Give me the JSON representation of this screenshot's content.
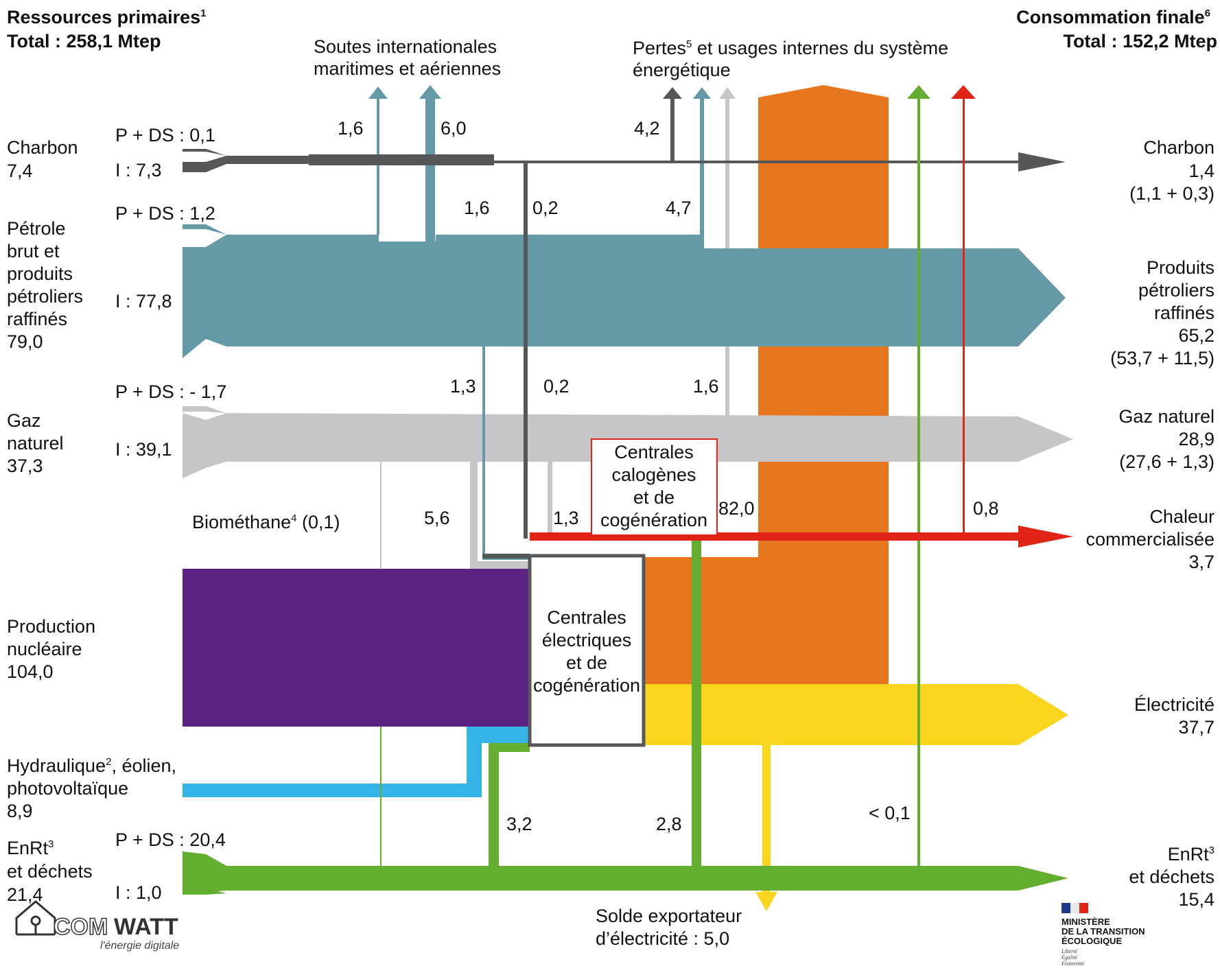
{
  "headers": {
    "left_title": "Ressources primaires",
    "left_title_note": "1",
    "left_total": "Total : 258,1 Mtep",
    "right_title": "Consommation finale",
    "right_title_note": "6",
    "right_total": "Total : 152,2 Mtep"
  },
  "top_labels": {
    "soutes_line1": "Soutes internationales",
    "soutes_line2": "maritimes et aériennes",
    "pertes_word": "Pertes",
    "pertes_note": "5",
    "pertes_line1_rest": " et usages internes du système",
    "pertes_line2": "énergétique"
  },
  "primary": {
    "charbon": {
      "name": "Charbon",
      "value": "7,4",
      "pds": "P + DS : 0,1",
      "imp": "I : 7,3"
    },
    "petrole": {
      "line1": "Pétrole",
      "line2": "brut et",
      "line3": "produits",
      "line4": "pétroliers",
      "line5": "raffinés",
      "value": "79,0",
      "pds": "P + DS : 1,2",
      "imp": "I : 77,8"
    },
    "gaz": {
      "line1": "Gaz",
      "line2": "naturel",
      "value": "37,3",
      "pds": "P + DS : - 1,7",
      "imp": "I : 39,1"
    },
    "nucleaire": {
      "line1": "Production",
      "line2": "nucléaire",
      "value": "104,0"
    },
    "hydro": {
      "line1_a": "Hydraulique",
      "line1_note": "2",
      "line1_b": ", éolien,",
      "line2": "photovoltaïque",
      "value": "8,9"
    },
    "enrt": {
      "line1_a": "EnRt",
      "line1_note": "3",
      "line2": "et déchets",
      "value": "21,4",
      "pds": "P + DS : 20,4",
      "imp": "I : 1,0"
    }
  },
  "final": {
    "charbon": {
      "name": "Charbon",
      "value": "1,4",
      "detail": "(1,1 + 0,3)"
    },
    "petrole": {
      "line1": "Produits",
      "line2": "pétroliers",
      "line3": "raffinés",
      "value": "65,2",
      "detail": "(53,7 + 11,5)"
    },
    "gaz": {
      "name": "Gaz naturel",
      "value": "28,9",
      "detail": "(27,6 + 1,3)"
    },
    "chaleur": {
      "line1": "Chaleur",
      "line2": "commercialisée",
      "value": "3,7"
    },
    "electricite": {
      "name": "Électricité",
      "value": "37,7"
    },
    "enrt": {
      "line1_a": "EnRt",
      "line1_note": "3",
      "line2": "et déchets",
      "value": "15,4"
    }
  },
  "flow_values": {
    "soutes_a": "1,6",
    "soutes_b": "6,0",
    "pertes_charbon": "4,2",
    "petrole_to_plants": "1,6",
    "charbon_to_heat_top": "0,2",
    "petrole_losses": "4,7",
    "petrole_to_heat": "1,3",
    "charbon_to_heat_mid": "0,2",
    "gas_losses": "1,6",
    "biomethane_a": "Biométhane",
    "biomethane_note": "4",
    "biomethane_b": " (0,1)",
    "gas_to_plants": "5,6",
    "gas_to_heat": "1,3",
    "elec_losses": "82,0",
    "heat_losses": "0,8",
    "enrt_to_elec": "3,2",
    "enrt_to_heat": "2,8",
    "enrt_losses": "< 0,1"
  },
  "boxes": {
    "calo_line1": "Centrales",
    "calo_line2": "calogènes",
    "calo_line3": "et de",
    "calo_line4": "cogénération",
    "elec_line1": "Centrales",
    "elec_line2": "électriques",
    "elec_line3": "et de",
    "elec_line4": "cogénération"
  },
  "export": {
    "line1": "Solde exportateur",
    "line2": "d’électricité : 5,0"
  },
  "logos": {
    "comwatt_name_a": "COM",
    "comwatt_name_b": "WATT",
    "comwatt_tagline": "l'énergie digitale",
    "ministry_line1": "MINISTÈRE",
    "ministry_line2": "DE LA TRANSITION",
    "ministry_line3": "ÉCOLOGIQUE",
    "motto_1": "Liberté",
    "motto_2": "Égalité",
    "motto_3": "Fraternité"
  },
  "colors": {
    "charbon": "#555759",
    "petrole": "#6499a5",
    "gaz": "#c6c6c8",
    "chaleur": "#e02517",
    "nucleaire": "#5c2183",
    "hydro": "#37b4e6",
    "enrt": "#63ad31",
    "electricite": "#fad51e",
    "pertes": "#e8761e"
  }
}
